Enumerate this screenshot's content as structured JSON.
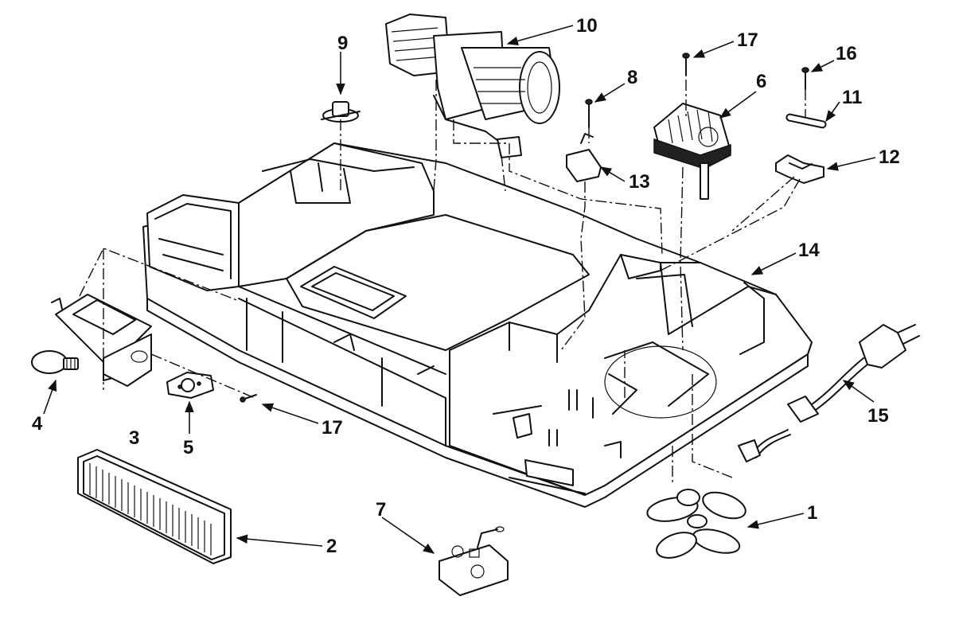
{
  "callouts": [
    {
      "id": "c1",
      "label": "1"
    },
    {
      "id": "c2",
      "label": "2"
    },
    {
      "id": "c3",
      "label": "3"
    },
    {
      "id": "c4",
      "label": "4"
    },
    {
      "id": "c5",
      "label": "5"
    },
    {
      "id": "c6",
      "label": "6"
    },
    {
      "id": "c7",
      "label": "7"
    },
    {
      "id": "c8",
      "label": "8"
    },
    {
      "id": "c9",
      "label": "9"
    },
    {
      "id": "c10",
      "label": "10"
    },
    {
      "id": "c11",
      "label": "11"
    },
    {
      "id": "c12",
      "label": "12"
    },
    {
      "id": "c13",
      "label": "13"
    },
    {
      "id": "c14",
      "label": "14"
    },
    {
      "id": "c15",
      "label": "15"
    },
    {
      "id": "c16",
      "label": "16"
    },
    {
      "id": "c17a",
      "label": "17"
    },
    {
      "id": "c17b",
      "label": "17"
    }
  ]
}
